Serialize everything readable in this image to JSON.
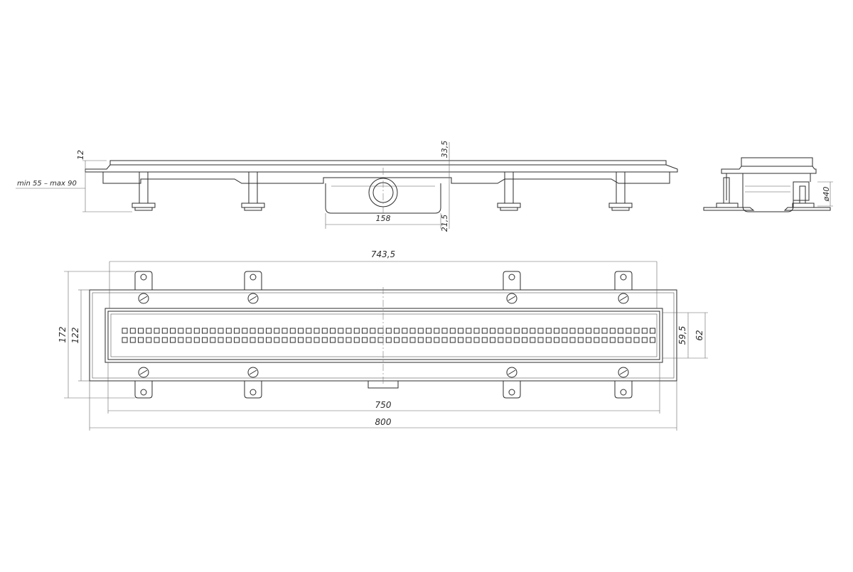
{
  "drawing": {
    "side_view": {
      "dim_height_top": "12",
      "dim_range": "min 55 – max 90",
      "dim_outlet_height": "33,5",
      "dim_outlet_width": "158",
      "dim_bottom_offset": "21,5"
    },
    "end_view": {
      "dim_diameter": "ø40"
    },
    "plan_view": {
      "dim_inner_length": "743,5",
      "dim_total_width": "172",
      "dim_inner_width": "122",
      "dim_grate_length": "750",
      "dim_total_length": "800",
      "dim_grate_width": "59,5",
      "dim_slot_width": "62"
    }
  }
}
